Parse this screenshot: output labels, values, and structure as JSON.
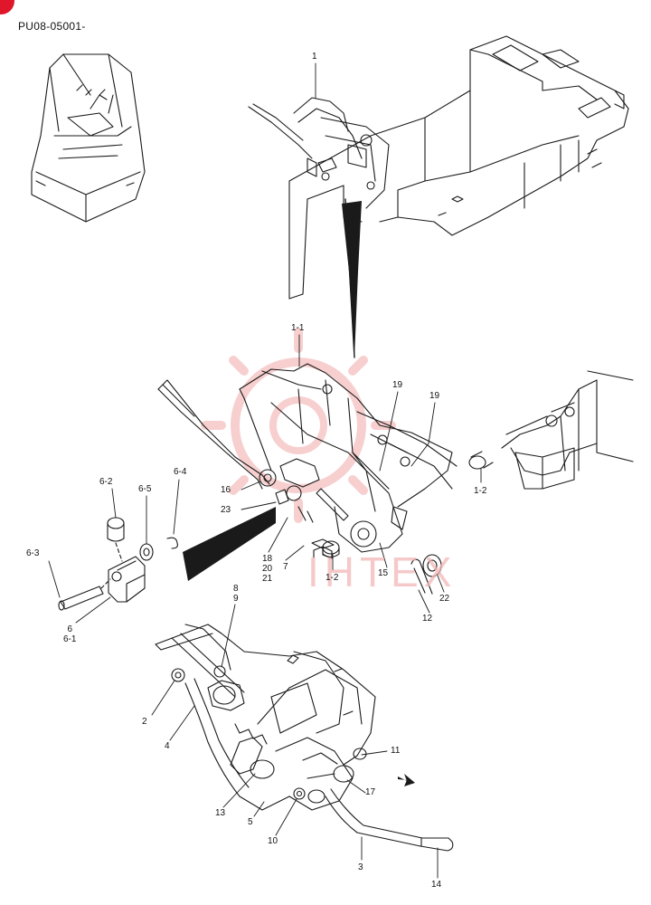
{
  "document_code": "PU08-05001-",
  "watermark": "IHTEX",
  "colors": {
    "line": "#1a1a1a",
    "watermark": "#f2b8b8",
    "corner_mark": "#e0162b"
  },
  "callouts": [
    {
      "id": "c1",
      "text": "1"
    },
    {
      "id": "c1-1",
      "text": "1-1"
    },
    {
      "id": "c19a",
      "text": "19"
    },
    {
      "id": "c19b",
      "text": "19"
    },
    {
      "id": "c1-2a",
      "text": "1-2"
    },
    {
      "id": "c1-2b",
      "text": "1-2"
    },
    {
      "id": "c6-2",
      "text": "6-2"
    },
    {
      "id": "c6-5",
      "text": "6-5"
    },
    {
      "id": "c6-4",
      "text": "6-4"
    },
    {
      "id": "c6-3",
      "text": "6-3"
    },
    {
      "id": "c6",
      "text": "6\n6-1"
    },
    {
      "id": "c16",
      "text": "16"
    },
    {
      "id": "c23",
      "text": "23"
    },
    {
      "id": "c18",
      "text": "18\n20\n21"
    },
    {
      "id": "c7",
      "text": "7"
    },
    {
      "id": "c15",
      "text": "15"
    },
    {
      "id": "c22",
      "text": "22"
    },
    {
      "id": "c12",
      "text": "12"
    },
    {
      "id": "c8",
      "text": "8\n9"
    },
    {
      "id": "c2",
      "text": "2"
    },
    {
      "id": "c4",
      "text": "4"
    },
    {
      "id": "c11",
      "text": "11"
    },
    {
      "id": "c17",
      "text": "17"
    },
    {
      "id": "c13",
      "text": "13"
    },
    {
      "id": "c5",
      "text": "5"
    },
    {
      "id": "c10",
      "text": "10"
    },
    {
      "id": "c3",
      "text": "3"
    },
    {
      "id": "c14",
      "text": "14"
    }
  ]
}
